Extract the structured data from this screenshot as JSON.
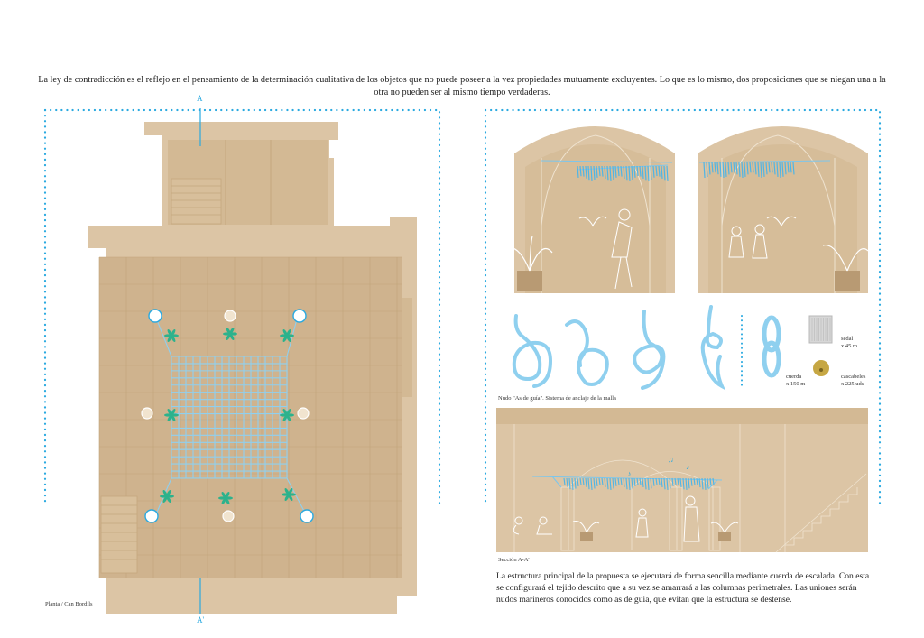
{
  "intro_text": "La ley de contradicción es el reflejo en el pensamiento de la determinación cualitativa de los objetos que no puede poseer a la vez propiedades mutuamente excluyentes. Lo que es lo mismo, dos proposiciones que se niegan una a la otra no pueden ser al mismo tiempo verdaderas.",
  "plan": {
    "caption": "Planta / Can Bordils",
    "section_marker_top": "A",
    "section_marker_bottom": "A'"
  },
  "knots": {
    "caption": "Nudo \"As de guía\". Sistema de anclaje de la malla"
  },
  "materials": {
    "sedal_label": "sedal",
    "sedal_qty": "x 45 m",
    "cuerda_label": "cuerda",
    "cuerda_qty": "x 150 m",
    "cascabeles_label": "cascabeles",
    "cascabeles_qty": "x 225 uds"
  },
  "section": {
    "caption": "Sección A-A'"
  },
  "description": "La estructura principal de la propuesta se ejecutará de forma sencilla mediante cuerda de escalada. Con esta se configurará el tejido descrito que a su vez se amarrará a las columnas perimetrales. Las uniones serán nudos marineros conocidos como as de guía, que evitan que la estructura se destense.",
  "colors": {
    "wall": "#dcc5a5",
    "floor": "#cfb38e",
    "rope": "#7cc6ec",
    "accent": "#29a9e0",
    "plant": "#2db28c"
  }
}
